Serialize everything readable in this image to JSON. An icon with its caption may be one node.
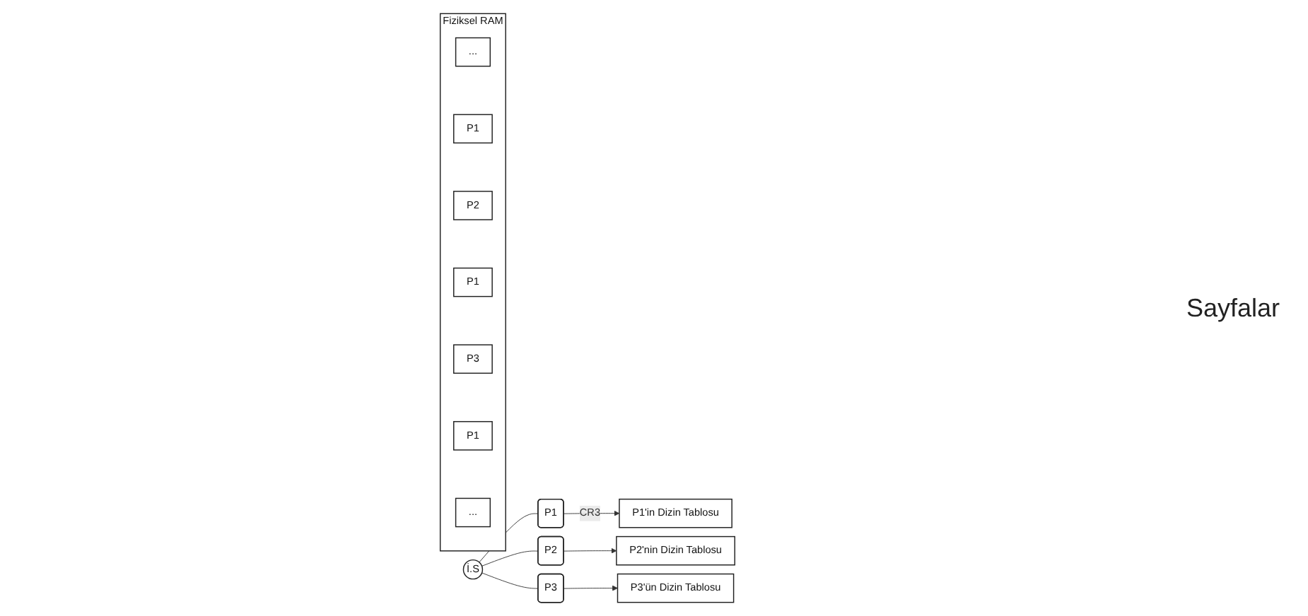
{
  "diagram": {
    "nodes": [
      {
        "text": [
          "İ.S"
        ]
      },
      {
        "text": [
          "P1"
        ]
      },
      {
        "text": [
          "P2"
        ]
      },
      {
        "text": [
          "P3"
        ]
      },
      {
        "text": [
          "P1'in Dizin Tablosu"
        ]
      },
      {
        "text": [
          "P2'nin Dizin Tablosu"
        ]
      },
      {
        "text": [
          "P3'ün Dizin Tablosu"
        ]
      },
      {
        "text": [
          "Fiziksel RAM"
        ]
      },
      {
        "text": [
          "..."
        ],
        "in": 7
      },
      {
        "text": [
          "P1"
        ],
        "in": 7
      },
      {
        "text": [
          "P2"
        ],
        "in": 7
      },
      {
        "text": [
          "P1"
        ],
        "in": 7
      },
      {
        "text": [
          "P3"
        ],
        "in": 7
      },
      {
        "text": [
          "P1"
        ],
        "in": 7
      },
      {
        "text": [
          "..."
        ],
        "in": 7
      }
    ],
    "edges": [
      {
        "from": 0,
        "to": 1,
        "arrow": "none"
      },
      {
        "from": 0,
        "to": 2,
        "arrow": "none"
      },
      {
        "from": 0,
        "to": 3,
        "arrow": "none"
      },
      {
        "from": 1,
        "to": 4,
        "label": "CR3",
        "arrow": "to"
      },
      {
        "from": 2,
        "to": 5,
        "arrow": "to"
      },
      {
        "from": 3,
        "to": 6,
        "arrow": "to"
      }
    ],
    "labels": [
      "Sayfalar"
    ]
  }
}
